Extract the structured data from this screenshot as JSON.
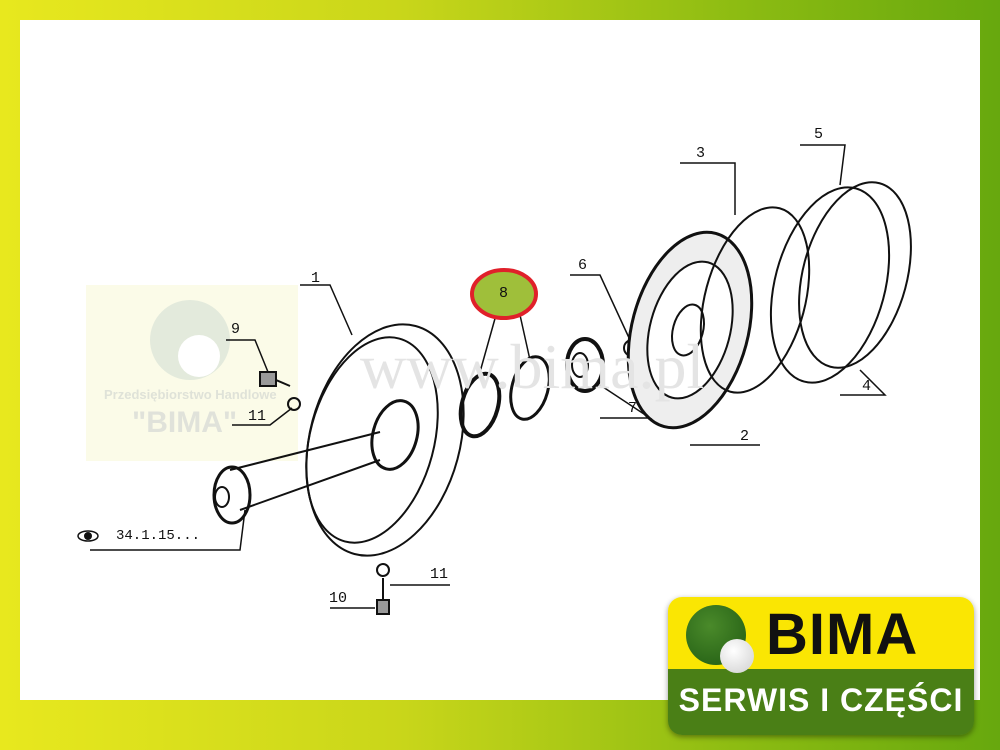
{
  "watermark": {
    "company": "Przedsiębiorstwo Handlowe",
    "name": "\"BIMA\"",
    "url": "www.bima.pl"
  },
  "diagram": {
    "callouts": [
      "1",
      "2",
      "3",
      "4",
      "5",
      "6",
      "7",
      "8",
      "9",
      "10",
      "11",
      "11"
    ],
    "highlighted_callout": "8",
    "highlight_color": "#e0202a",
    "reference": "34.1.15..."
  },
  "logo": {
    "title": "BIMA",
    "subtitle": "SERWIS I CZĘŚCI",
    "yellow": "#fae603",
    "green": "#4a7f16"
  }
}
